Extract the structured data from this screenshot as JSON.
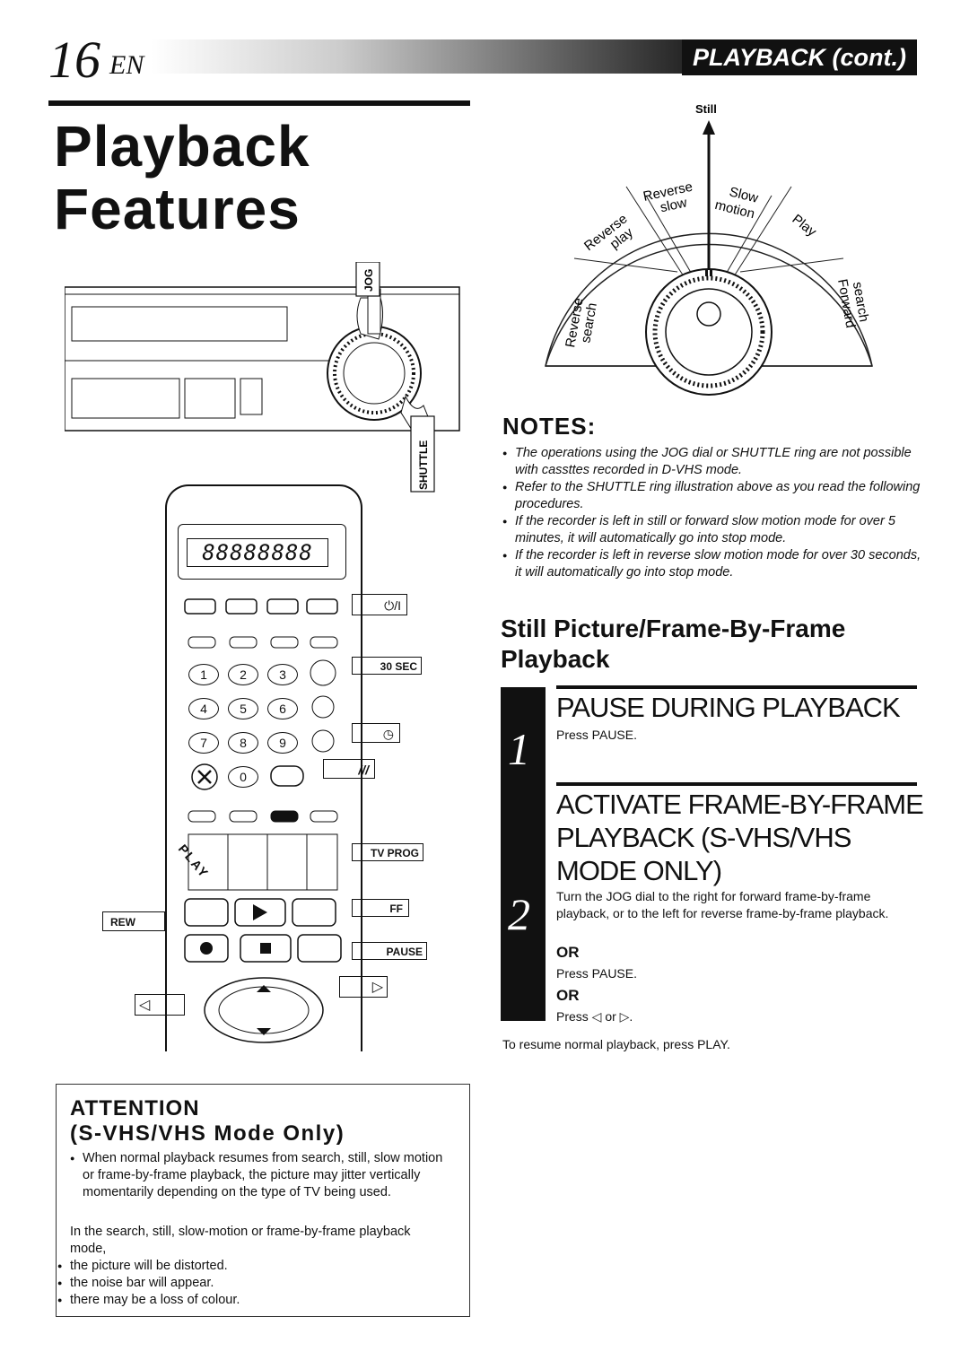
{
  "header": {
    "page_number": "16",
    "lang": "EN",
    "section": "PLAYBACK (cont.)"
  },
  "title": {
    "line1": "Playback",
    "line2": "Features"
  },
  "dial": {
    "still": "Still",
    "slow_motion": "Slow motion",
    "reverse_slow": "Reverse slow",
    "reverse_play": "Reverse play",
    "play": "Play",
    "reverse_search": "Reverse search",
    "forward_search": "Forward search"
  },
  "vcr": {
    "jog": "JOG",
    "shuttle": "SHUTTLE"
  },
  "remote": {
    "display": "88888888",
    "power": "⏻/I",
    "btn30": "30 SEC",
    "tvprog": "TV PROG",
    "ff": "FF",
    "rew": "REW",
    "pause": "PAUSE",
    "play_arrow": "PLAY",
    "digits": [
      "1",
      "2",
      "3",
      "4",
      "5",
      "6",
      "7",
      "8",
      "9",
      "0"
    ]
  },
  "notes": {
    "heading": "NOTES:",
    "items": [
      "The operations using the JOG dial or SHUTTLE ring are not possible with cassttes recorded in D-VHS mode.",
      "Refer to the SHUTTLE ring illustration above as you read the following procedures.",
      "If the recorder is left in still or forward slow motion mode for over 5 minutes, it will automatically go into stop mode.",
      "If the recorder is left in reverse slow motion mode for over 30 seconds, it will automatically go into stop mode."
    ]
  },
  "subsection": "Still Picture/Frame-By-Frame Playback",
  "steps": [
    {
      "number": "1",
      "heading": "PAUSE DURING PLAYBACK",
      "text": "Press PAUSE."
    },
    {
      "number": "2",
      "heading_l1": "ACTIVATE FRAME-BY-FRAME",
      "heading_l2": "PLAYBACK (S-VHS/VHS",
      "heading_l3": "MODE ONLY)",
      "text": "Turn the JOG dial to the right for forward frame-by-frame playback, or to the left for reverse frame-by-frame playback.",
      "or1": "OR",
      "alt1": "Press PAUSE.",
      "or2": "OR",
      "alt2": "Press ◁ or ▷."
    }
  ],
  "resume": "To resume normal playback, press PLAY.",
  "attention": {
    "heading1": "ATTENTION",
    "heading2": "(S-VHS/VHS Mode Only)",
    "bullet": "When normal playback resumes from search, still, slow motion or frame-by-frame playback, the picture may jitter vertically momentarily depending on the type of TV being used.",
    "para": "In the search, still, slow-motion or frame-by-frame playback mode,",
    "items": [
      "the picture will be distorted.",
      "the noise bar will appear.",
      "there may be a loss of colour."
    ]
  }
}
